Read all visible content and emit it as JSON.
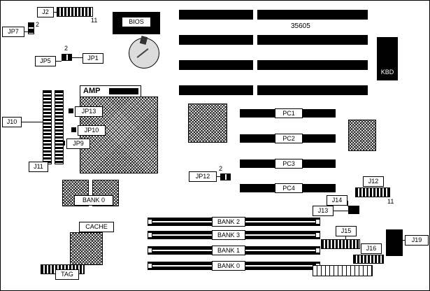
{
  "board": {
    "part_number": "35605"
  },
  "callouts": {
    "j2": "J2",
    "jp7": "JP7",
    "jp5": "JP5",
    "jp1": "JP1",
    "jp13": "JP13",
    "jp10": "JP10",
    "jp9": "JP9",
    "j10": "J10",
    "j11": "J11",
    "jp12": "JP12",
    "j12": "J12",
    "j13": "J13",
    "j14": "J14",
    "j15": "J15",
    "j16": "J16",
    "j19": "J19",
    "amp": "AMP",
    "cache": "CACHE",
    "tag": "TAG",
    "bank0_cache": "BANK 0"
  },
  "chips": {
    "bios": "BIOS",
    "kbd": "KBD"
  },
  "pci_slots": [
    "PC1",
    "PC2",
    "PC3",
    "PC4"
  ],
  "simm_slots": [
    "BANK 2",
    "BANK 3",
    "BANK 1",
    "BANK 0"
  ],
  "pin_counts": {
    "j2": "11",
    "jp7": "2",
    "jp5": "2",
    "jp12": "2",
    "j12": "11"
  }
}
